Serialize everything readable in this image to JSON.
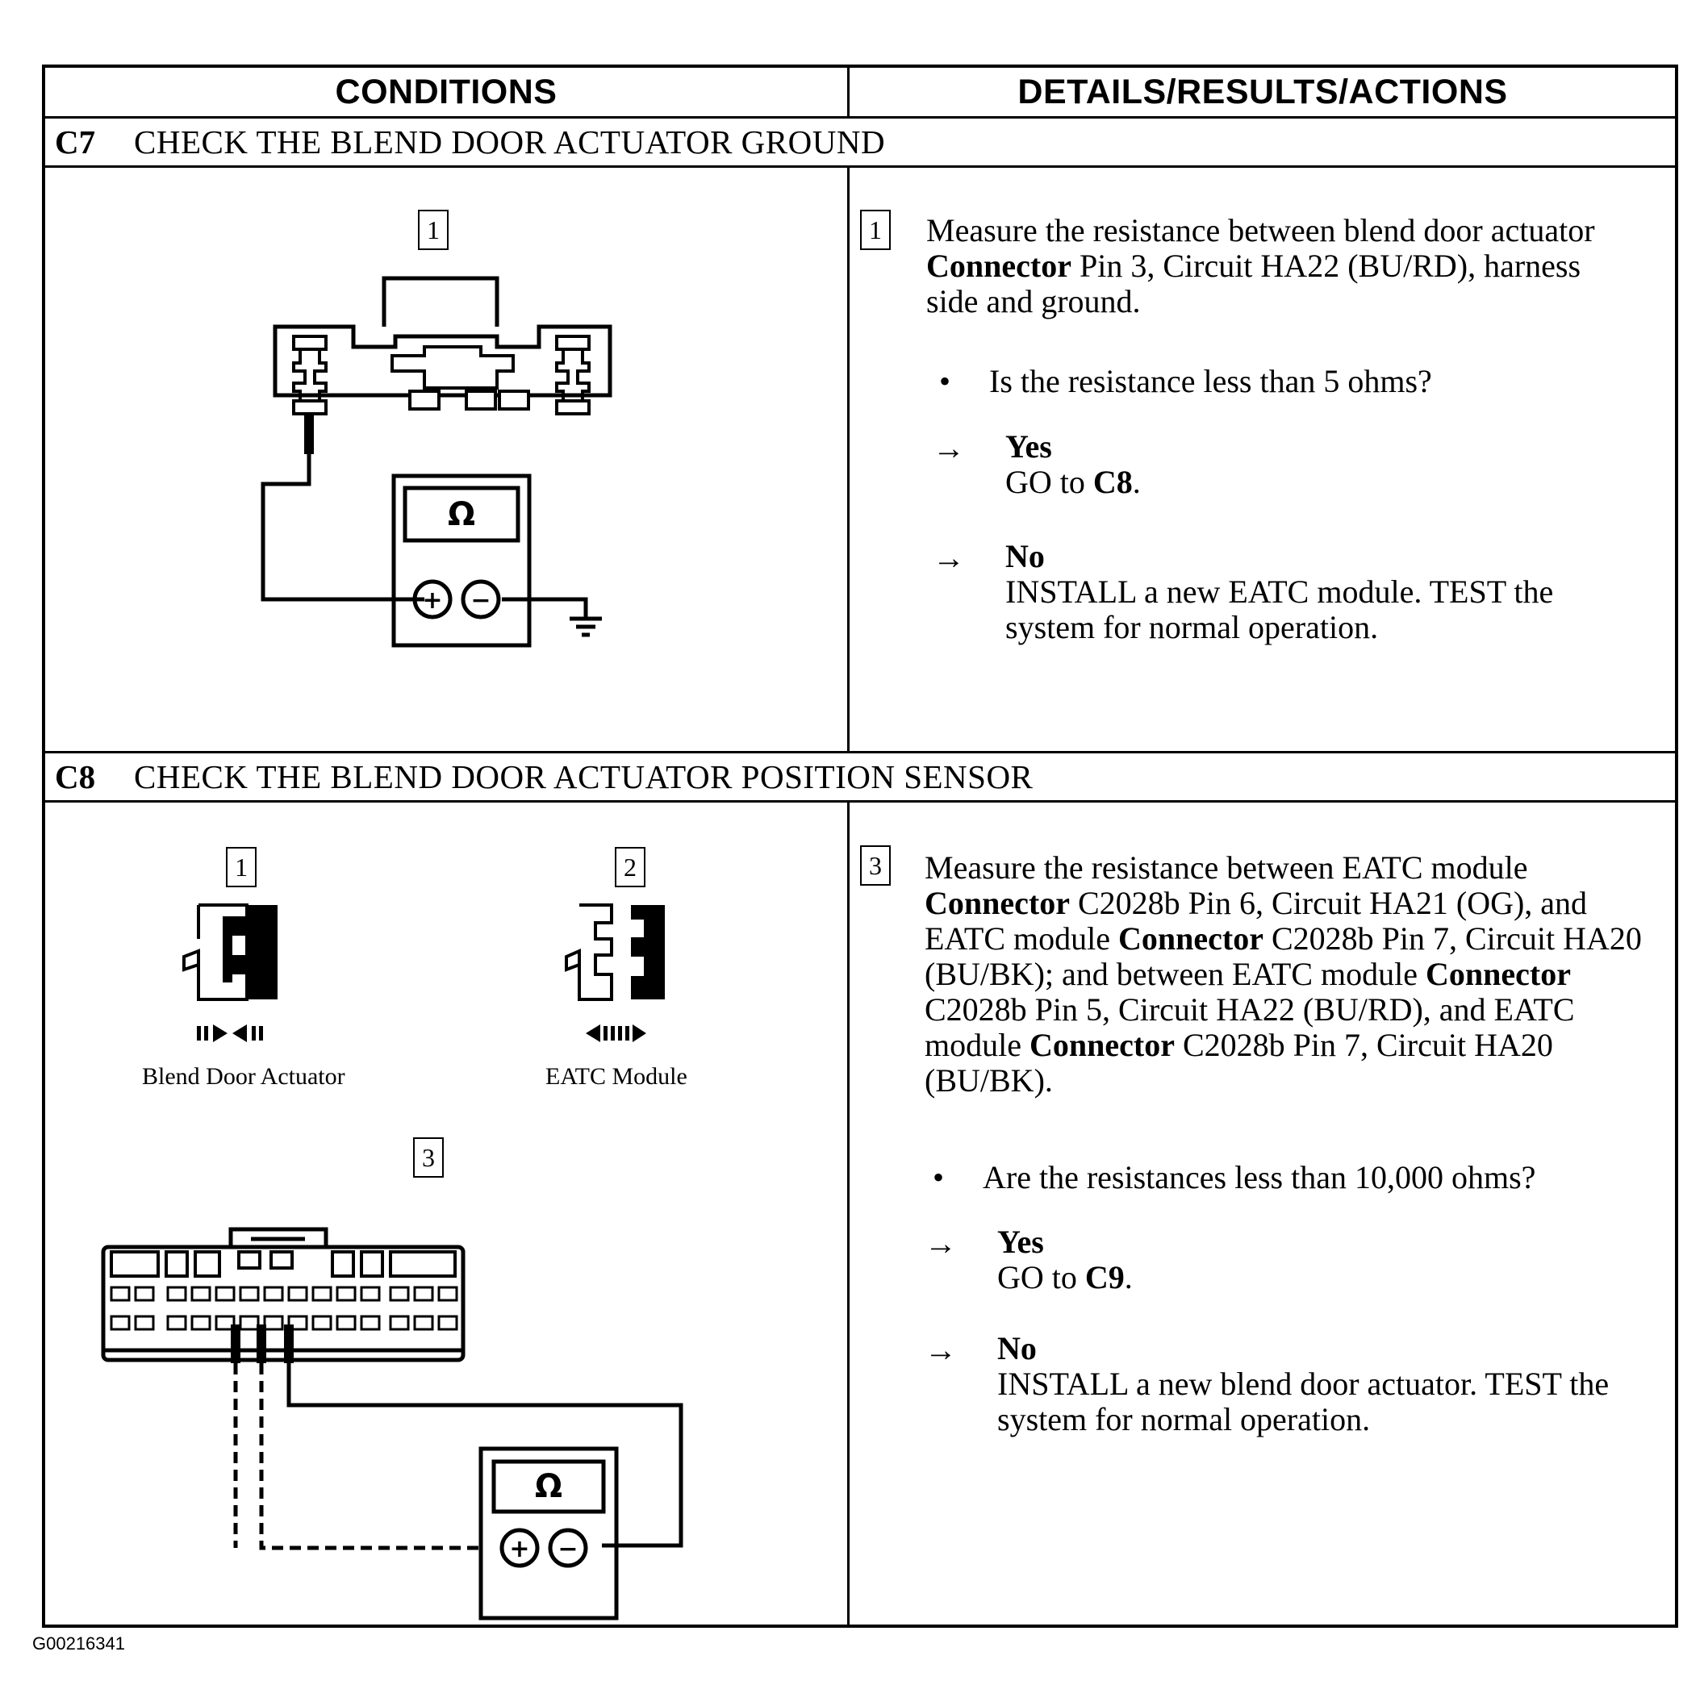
{
  "header": {
    "conditions": "CONDITIONS",
    "details": "DETAILS/RESULTS/ACTIONS"
  },
  "c7": {
    "code": "C7",
    "title": "CHECK THE BLEND DOOR ACTUATOR GROUND",
    "diagram_label": "1",
    "meter_symbol": "Ω",
    "step_number": "1",
    "instruction_parts": [
      "Measure the resistance between blend door actuator ",
      "Connector",
      " Pin 3, Circuit HA22 (BU/RD), harness side and ground."
    ],
    "question": "Is the resistance less than 5 ohms?",
    "yes_label": "Yes",
    "yes_action_prefix": "GO to ",
    "yes_action_target": "C8",
    "yes_action_suffix": ".",
    "no_label": "No",
    "no_action": "INSTALL a new EATC module. TEST the system for normal operation."
  },
  "c8": {
    "code": "C8",
    "title": "CHECK THE BLEND DOOR ACTUATOR POSITION SENSOR",
    "diagram_labels": [
      "1",
      "2",
      "3"
    ],
    "caption_actuator": "Blend Door Actuator",
    "caption_module": "EATC Module",
    "meter_symbol": "Ω",
    "step_number": "3",
    "instruction_parts": [
      "Measure the resistance between EATC module ",
      "Connector",
      " C2028b Pin 6, Circuit HA21 (OG), and EATC module ",
      "Connector",
      " C2028b Pin 7, Circuit HA20 (BU/BK); and between EATC module ",
      "Connector",
      " C2028b Pin 5, Circuit HA22 (BU/RD), and EATC module ",
      "Connector",
      " C2028b Pin 7, Circuit HA20 (BU/BK)."
    ],
    "question": "Are the resistances less than 10,000 ohms?",
    "yes_label": "Yes",
    "yes_action_prefix": "GO to ",
    "yes_action_target": "C9",
    "yes_action_suffix": ".",
    "no_label": "No",
    "no_action": "INSTALL a new blend door actuator. TEST the system for normal operation."
  },
  "footer": {
    "figure_id": "G00216341"
  }
}
